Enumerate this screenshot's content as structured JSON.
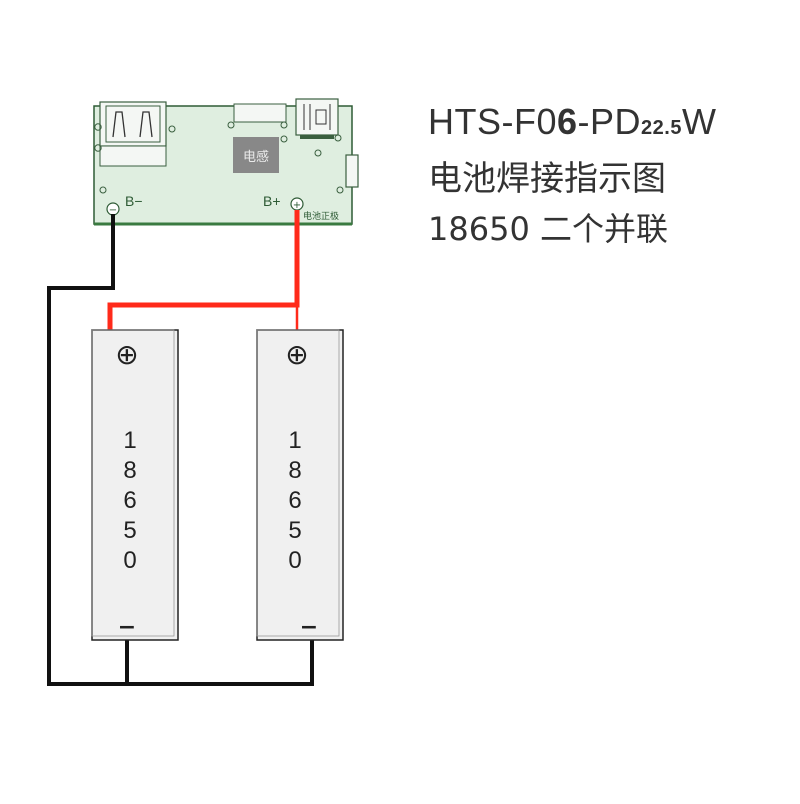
{
  "title": {
    "model_prefix": "HTS-F0",
    "model_bold": "6",
    "model_mid": "-PD",
    "model_power_value": "22.5",
    "model_power_unit": "W",
    "line2": "电池焊接指示图",
    "line3": "18650 二个并联"
  },
  "board": {
    "inductor_label": "电感",
    "b_minus_label": "B−",
    "b_plus_label": "B+",
    "battery_positive_label": "电池正极",
    "minus_symbol": "−",
    "plus_symbol": "+"
  },
  "batteries": [
    {
      "digits": [
        "1",
        "8",
        "6",
        "5",
        "0"
      ],
      "plus": "⊕",
      "minus": "−"
    },
    {
      "digits": [
        "1",
        "8",
        "6",
        "5",
        "0"
      ],
      "plus": "⊕",
      "minus": "−"
    }
  ],
  "colors": {
    "board_bg": "#dfeee0",
    "board_border": "#2e5b35",
    "board_bottom": "#3a7a40",
    "positive_wire": "#ff2a1a",
    "negative_wire": "#111111",
    "battery_fill": "#f0f0f0",
    "battery_stroke": "#222222"
  }
}
